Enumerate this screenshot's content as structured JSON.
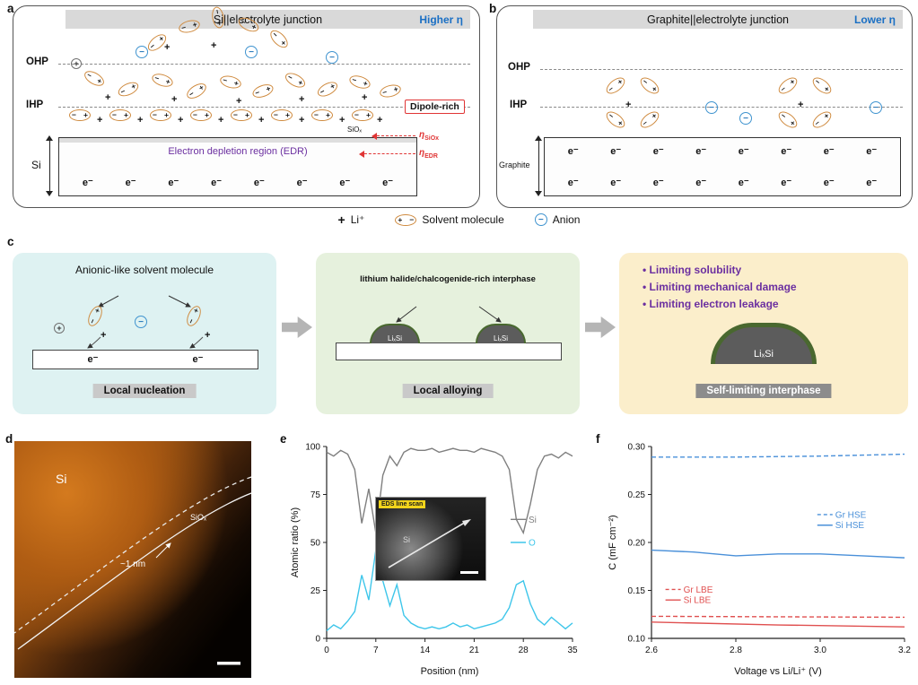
{
  "symbols": {
    "plus": "+",
    "minus": "−",
    "electron": "e⁻"
  },
  "legend": {
    "li": "Li⁺",
    "solvent": "Solvent molecule",
    "anion": "Anion"
  },
  "panels": {
    "a": {
      "label": "a",
      "title": "Si||electrolyte junction",
      "overpotential": "Higher η",
      "ohp": "OHP",
      "ihp": "IHP",
      "dipole_rich": "Dipole-rich",
      "siox_layer": "SiOₓ",
      "eta_siox": {
        "sym": "η",
        "sub": "SiOx"
      },
      "eta_edr": {
        "sym": "η",
        "sub": "EDR"
      },
      "edr": "Electron depletion region (EDR)",
      "substrate": "Si"
    },
    "b": {
      "label": "b",
      "title": "Graphite||electrolyte junction",
      "overpotential": "Lower η",
      "ohp": "OHP",
      "ihp": "IHP",
      "substrate": "Graphite"
    },
    "c": {
      "label": "c",
      "step1": {
        "title": "Anionic-like solvent molecule",
        "caption": "Local nucleation"
      },
      "step2": {
        "title": "lithium halide/chalcogenide-rich interphase",
        "caption": "Local alloying",
        "phase": "LiₓSi"
      },
      "step3": {
        "bullets": [
          "Limiting solubility",
          "Limiting mechanical damage",
          "Limiting electron leakage"
        ],
        "caption": "Self-limiting interphase",
        "phase": "LiₓSi"
      }
    },
    "d": {
      "label": "d",
      "material": "Si",
      "oxide": "SiOₓ",
      "thickness": "~1 nm"
    },
    "e": {
      "label": "e"
    },
    "f": {
      "label": "f"
    }
  },
  "chart_data": [
    {
      "id": "eds-profile",
      "type": "line",
      "title": "",
      "xlabel": "Position (nm)",
      "ylabel": "Atomic ratio (%)",
      "xlim": [
        0,
        35
      ],
      "ylim": [
        0,
        100
      ],
      "xticks": [
        0,
        7,
        14,
        21,
        28,
        35
      ],
      "xtick_labels": [
        "0",
        "7",
        "14",
        "21",
        "28",
        "35"
      ],
      "yticks": [
        0,
        25,
        50,
        75,
        100
      ],
      "ytick_labels": [
        "0",
        "25",
        "50",
        "75",
        "100"
      ],
      "series": [
        {
          "name": "Si",
          "color": "#7f7f7f",
          "dash": false,
          "x": [
            0,
            1,
            2,
            3,
            4,
            5,
            6,
            7,
            8,
            9,
            10,
            11,
            12,
            13,
            14,
            15,
            16,
            17,
            18,
            19,
            20,
            21,
            22,
            23,
            24,
            25,
            26,
            27,
            28,
            29,
            30,
            31,
            32,
            33,
            34,
            35
          ],
          "y": [
            97,
            95,
            98,
            96,
            88,
            60,
            78,
            55,
            85,
            95,
            90,
            97,
            99,
            98,
            98,
            99,
            97,
            98,
            99,
            98,
            98,
            97,
            99,
            98,
            97,
            95,
            88,
            62,
            55,
            70,
            88,
            95,
            96,
            94,
            97,
            95
          ]
        },
        {
          "name": "O",
          "color": "#3ec6ea",
          "dash": false,
          "x": [
            0,
            1,
            2,
            3,
            4,
            5,
            6,
            7,
            8,
            9,
            10,
            11,
            12,
            13,
            14,
            15,
            16,
            17,
            18,
            19,
            20,
            21,
            22,
            23,
            24,
            25,
            26,
            27,
            28,
            29,
            30,
            31,
            32,
            33,
            34,
            35
          ],
          "y": [
            4,
            7,
            5,
            9,
            14,
            33,
            20,
            46,
            30,
            17,
            28,
            12,
            8,
            6,
            5,
            6,
            5,
            6,
            8,
            6,
            7,
            5,
            6,
            7,
            8,
            10,
            16,
            28,
            30,
            18,
            10,
            7,
            11,
            8,
            5,
            8
          ]
        }
      ],
      "annotations": [
        {
          "text": "Si",
          "color": "#7f7f7f",
          "dash": false,
          "x": 29,
          "y": 62
        },
        {
          "text": "O",
          "color": "#3ec6ea",
          "dash": false,
          "x": 29,
          "y": 50
        }
      ],
      "inset": {
        "label": "EDS line scan",
        "sublabel": "Si"
      }
    },
    {
      "id": "capacitance",
      "type": "line",
      "title": "",
      "xlabel": "Voltage vs Li/Li⁺ (V)",
      "ylabel": "C (mF cm⁻²)",
      "xlim": [
        2.6,
        3.2
      ],
      "ylim": [
        0.1,
        0.3
      ],
      "xticks": [
        2.6,
        2.8,
        3.0,
        3.2
      ],
      "xtick_labels": [
        "2.6",
        "2.8",
        "3.0",
        "3.2"
      ],
      "yticks": [
        0.1,
        0.15,
        0.2,
        0.25,
        0.3
      ],
      "ytick_labels": [
        "0.10",
        "0.15",
        "0.20",
        "0.25",
        "0.30"
      ],
      "series": [
        {
          "name": "Gr HSE",
          "color": "#4a90d9",
          "dash": true,
          "x": [
            2.6,
            2.8,
            3.0,
            3.2
          ],
          "y": [
            0.289,
            0.289,
            0.29,
            0.292
          ]
        },
        {
          "name": "Si HSE",
          "color": "#4a90d9",
          "dash": false,
          "x": [
            2.6,
            2.7,
            2.8,
            2.9,
            3.0,
            3.1,
            3.2
          ],
          "y": [
            0.192,
            0.19,
            0.186,
            0.188,
            0.188,
            0.186,
            0.184
          ]
        },
        {
          "name": "Gr LBE",
          "color": "#e05050",
          "dash": true,
          "x": [
            2.6,
            3.2
          ],
          "y": [
            0.123,
            0.122
          ]
        },
        {
          "name": "Si LBE",
          "color": "#e05050",
          "dash": false,
          "x": [
            2.6,
            2.9,
            3.2
          ],
          "y": [
            0.117,
            0.114,
            0.112
          ]
        }
      ],
      "annotations": [
        {
          "text": "Gr HSE",
          "color": "#4a90d9",
          "dash": true,
          "x": 3.04,
          "y": 0.229
        },
        {
          "text": "Si HSE",
          "color": "#4a90d9",
          "dash": false,
          "x": 3.04,
          "y": 0.218
        },
        {
          "text": "Gr LBE",
          "color": "#e05050",
          "dash": true,
          "x": 2.68,
          "y": 0.151
        },
        {
          "text": "Si LBE",
          "color": "#e05050",
          "dash": false,
          "x": 2.68,
          "y": 0.14
        }
      ]
    }
  ]
}
